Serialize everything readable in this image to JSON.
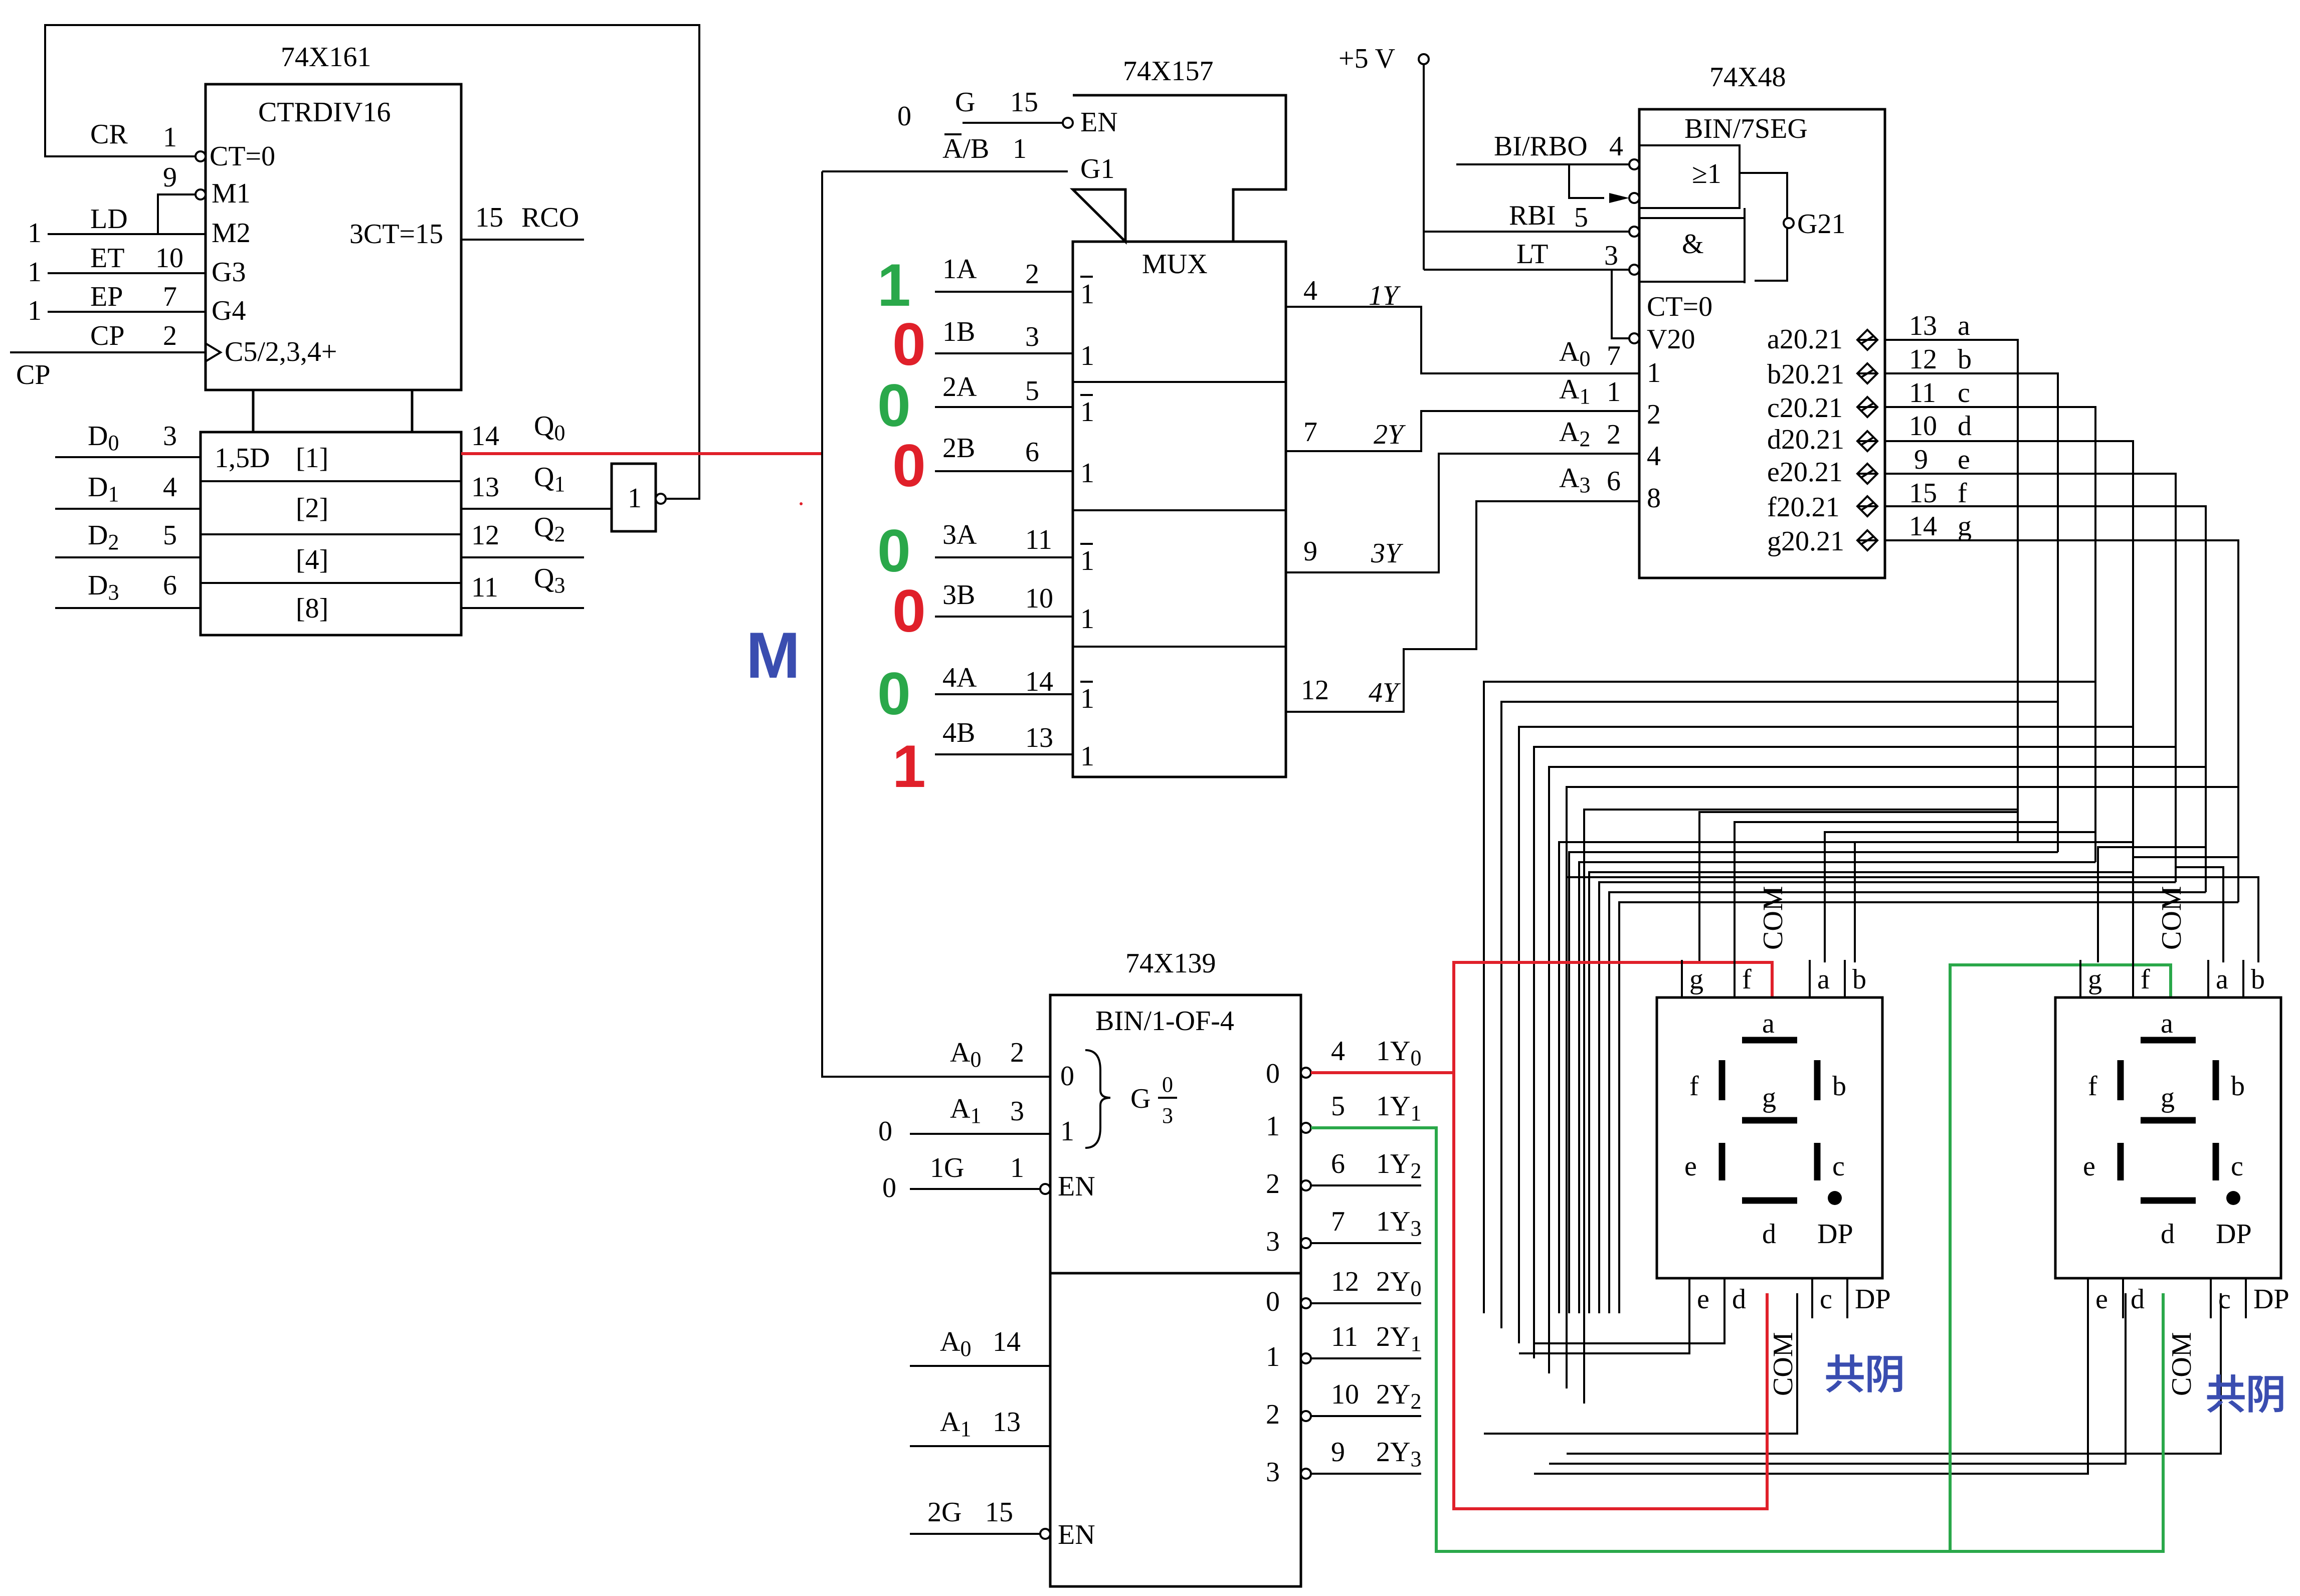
{
  "counter": {
    "title": "74X161",
    "func": "CTRDIV16",
    "pins_left": [
      {
        "ext": "",
        "sig": "CR",
        "num": "1",
        "label": "CT=0"
      },
      {
        "ext": "",
        "sig": "",
        "num": "9",
        "label": "M1"
      },
      {
        "ext": "1",
        "sig": "LD",
        "num": "",
        "label": "M2"
      },
      {
        "ext": "1",
        "sig": "ET",
        "num": "10",
        "label": "G3"
      },
      {
        "ext": "1",
        "sig": "EP",
        "num": "7",
        "label": "G4"
      },
      {
        "ext": "",
        "sig": "CP",
        "num": "2",
        "label": "C5/2,3,4+"
      }
    ],
    "cp_in": "CP",
    "rco_label": "3CT=15",
    "rco_num": "15",
    "rco_name": "RCO",
    "data_label": "1,5D",
    "weights": [
      "[1]",
      "[2]",
      "[4]",
      "[8]"
    ],
    "d_names": [
      "D",
      "D",
      "D",
      "D"
    ],
    "d_subs": [
      "0",
      "1",
      "2",
      "3"
    ],
    "d_nums": [
      "3",
      "4",
      "5",
      "6"
    ],
    "q_names": [
      "Q",
      "Q",
      "Q",
      "Q"
    ],
    "q_subs": [
      "0",
      "1",
      "2",
      "3"
    ],
    "q_nums": [
      "14",
      "13",
      "12",
      "11"
    ]
  },
  "inverter": {
    "label": "1"
  },
  "wire_m": "M",
  "mux": {
    "title": "74X157",
    "g_value": "0",
    "g_name": "G",
    "g_num": "15",
    "ab_name": "A/B",
    "ab_num": "1",
    "en": "EN",
    "g1": "G1",
    "func": "MUX",
    "inputs": [
      {
        "name": "1A",
        "num": "2"
      },
      {
        "name": "1B",
        "num": "3"
      },
      {
        "name": "2A",
        "num": "5"
      },
      {
        "name": "2B",
        "num": "6"
      },
      {
        "name": "3A",
        "num": "11"
      },
      {
        "name": "3B",
        "num": "10"
      },
      {
        "name": "4A",
        "num": "14"
      },
      {
        "name": "4B",
        "num": "13"
      }
    ],
    "sel_labels": [
      "1",
      "1",
      "1",
      "1",
      "1",
      "1",
      "1",
      "1"
    ],
    "outputs": [
      {
        "num": "4",
        "name": "1Y"
      },
      {
        "num": "7",
        "name": "2Y"
      },
      {
        "num": "9",
        "name": "3Y"
      },
      {
        "num": "12",
        "name": "4Y"
      }
    ]
  },
  "bits": [
    {
      "value": "1",
      "color": "#2aa84a"
    },
    {
      "value": "0",
      "color": "#e0202a"
    },
    {
      "value": "0",
      "color": "#2aa84a"
    },
    {
      "value": "0",
      "color": "#e0202a"
    },
    {
      "value": "0",
      "color": "#2aa84a"
    },
    {
      "value": "0",
      "color": "#e0202a"
    },
    {
      "value": "0",
      "color": "#2aa84a"
    },
    {
      "value": "1",
      "color": "#e0202a"
    }
  ],
  "decoder7": {
    "title": "74X48",
    "vcc": "+5 V",
    "func": "BIN/7SEG",
    "or_sym": "≥1",
    "and_sym": "&",
    "g21": "G21",
    "ct0": "CT=0",
    "v20": "V20",
    "ctrl": [
      {
        "name": "BI/RBO",
        "num": "4"
      },
      {
        "name": "RBI",
        "num": "5"
      },
      {
        "name": "LT",
        "num": "3"
      }
    ],
    "a_names": [
      "A",
      "A",
      "A",
      "A"
    ],
    "a_subs": [
      "0",
      "1",
      "2",
      "3"
    ],
    "a_nums": [
      "7",
      "1",
      "2",
      "6"
    ],
    "weights": [
      "1",
      "2",
      "4",
      "8"
    ],
    "seg_outs": [
      {
        "label": "a20.21",
        "num": "13",
        "seg": "a"
      },
      {
        "label": "b20.21",
        "num": "12",
        "seg": "b"
      },
      {
        "label": "c20.21",
        "num": "11",
        "seg": "c"
      },
      {
        "label": "d20.21",
        "num": "10",
        "seg": "d"
      },
      {
        "label": "e20.21",
        "num": "9",
        "seg": "e"
      },
      {
        "label": "f20.21",
        "num": "15",
        "seg": "f"
      },
      {
        "label": "g20.21",
        "num": "14",
        "seg": "g"
      }
    ]
  },
  "decoder139": {
    "title": "74X139",
    "func": "BIN/1-OF-4",
    "sel_bits": [
      "0",
      "1"
    ],
    "g_label": "G",
    "g_frac_top": "0",
    "g_frac_bot": "3",
    "en": "EN",
    "in1": [
      {
        "ext": "",
        "name": "A",
        "sub": "0",
        "num": "2"
      },
      {
        "ext": "0",
        "name": "A",
        "sub": "1",
        "num": "3"
      },
      {
        "ext": "0",
        "name": "1G",
        "sub": "",
        "num": "1"
      }
    ],
    "in2": [
      {
        "name": "A",
        "sub": "0",
        "num": "14"
      },
      {
        "name": "A",
        "sub": "1",
        "num": "13"
      },
      {
        "name": "2G",
        "sub": "",
        "num": "15"
      }
    ],
    "out_idx": [
      "0",
      "1",
      "2",
      "3",
      "0",
      "1",
      "2",
      "3"
    ],
    "outputs": [
      {
        "num": "4",
        "name": "1Y",
        "sub": "0"
      },
      {
        "num": "5",
        "name": "1Y",
        "sub": "1"
      },
      {
        "num": "6",
        "name": "1Y",
        "sub": "2"
      },
      {
        "num": "7",
        "name": "1Y",
        "sub": "3"
      },
      {
        "num": "12",
        "name": "2Y",
        "sub": "0"
      },
      {
        "num": "11",
        "name": "2Y",
        "sub": "1"
      },
      {
        "num": "10",
        "name": "2Y",
        "sub": "2"
      },
      {
        "num": "9",
        "name": "2Y",
        "sub": "3"
      }
    ]
  },
  "displays": [
    {
      "top_pins": [
        "g",
        "f",
        "a",
        "b"
      ],
      "bottom_pins": [
        "e",
        "d",
        "c",
        "DP"
      ],
      "com": "COM",
      "segs": [
        "a",
        "b",
        "c",
        "d",
        "e",
        "f",
        "g"
      ],
      "dp": "DP",
      "type_label": "共阴",
      "com_color": "#e0202a"
    },
    {
      "top_pins": [
        "g",
        "f",
        "a",
        "b"
      ],
      "bottom_pins": [
        "e",
        "d",
        "c",
        "DP"
      ],
      "com": "COM",
      "segs": [
        "a",
        "b",
        "c",
        "d",
        "e",
        "f",
        "g"
      ],
      "dp": "DP",
      "type_label": "共阴",
      "com_color": "#2aa84a"
    }
  ],
  "colors": {
    "wire": "#000000",
    "red": "#e0202a",
    "green": "#2aa84a",
    "blue": "#3a4db0"
  }
}
